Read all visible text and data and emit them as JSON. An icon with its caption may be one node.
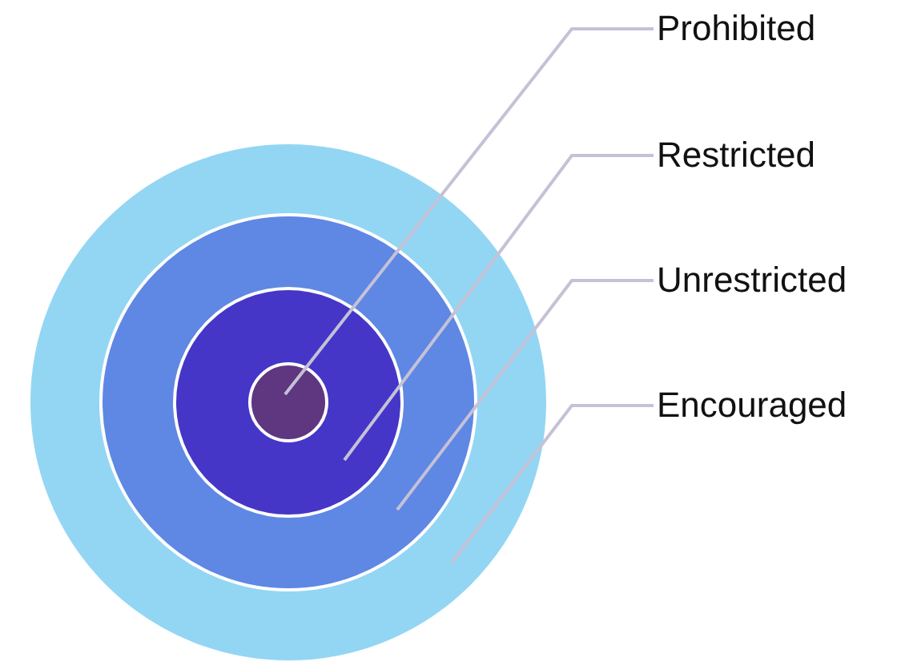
{
  "diagram": {
    "nodes": [
      {
        "text": [
          "Prohibited"
        ]
      },
      {
        "text": [
          "Restricted"
        ]
      },
      {
        "text": [
          "Unrestricted"
        ]
      },
      {
        "text": [
          "Encouraged"
        ]
      },
      {
        "text": [],
        "shape": "circle"
      },
      {
        "text": [],
        "shape": "circle",
        "in": 4
      },
      {
        "text": [],
        "shape": "circle",
        "in": 5
      },
      {
        "text": [],
        "shape": "circle",
        "in": 6
      }
    ],
    "edges": [
      {
        "from": 0,
        "to": 7,
        "arrow": "none"
      },
      {
        "from": 1,
        "to": 6,
        "arrow": "none"
      },
      {
        "from": 2,
        "to": 5,
        "arrow": "none"
      },
      {
        "from": 3,
        "to": 4,
        "arrow": "none"
      }
    ]
  }
}
